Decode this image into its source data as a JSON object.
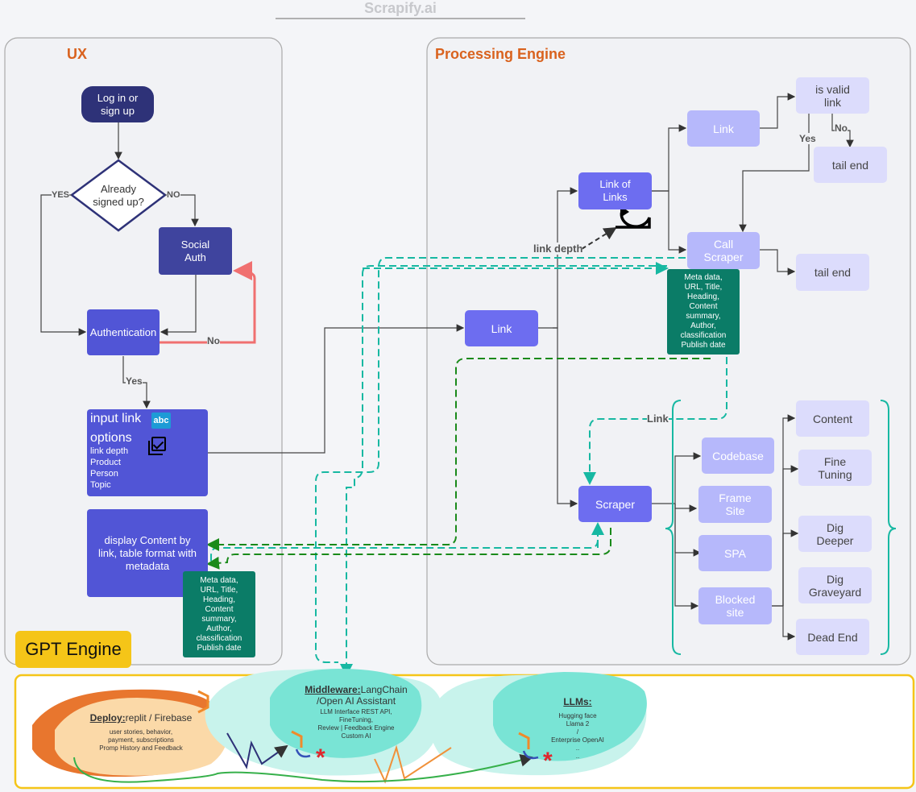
{
  "title": "Scrapify.ai",
  "ux": {
    "heading": "UX",
    "login": "Log in or sign up",
    "decision": "Already signed up?",
    "yes_upper": "YES",
    "no_upper": "NO",
    "social_auth": "Social Auth",
    "authentication": "Authentication",
    "no": "No",
    "yes": "Yes",
    "input": {
      "title": "input link",
      "abc_badge": "abc",
      "options": "options",
      "items": [
        "link depth",
        "Product",
        "Person",
        "Topic"
      ]
    },
    "display": "display Content by link, table format with metadata",
    "meta": "Meta data, URL, Title, Heading, Content summary, Author, classification Publish date"
  },
  "processing": {
    "heading": "Processing Engine",
    "link_main": "Link",
    "link_of_links": "Link of Links",
    "link_depth": "link depth",
    "link_top": "Link",
    "is_valid": "is valid link",
    "no": "No",
    "yes": "Yes",
    "tail_end_1": "tail end",
    "call_scraper": "Call Scraper",
    "tail_end_2": "tail end",
    "meta": "Meta data, URL, Title, Heading, Content summary, Author, classification Publish date",
    "link_label": "Link",
    "scraper": "Scraper",
    "codebase": "Codebase",
    "frame_site": "Frame Site",
    "spa": "SPA",
    "blocked_site": "Blocked site",
    "content": "Content",
    "fine_tuning": "Fine Tuning",
    "dig_deeper": "Dig Deeper",
    "dig_graveyard": "Dig Graveyard",
    "dead_end": "Dead End"
  },
  "gpt": {
    "badge": "GPT Engine",
    "deploy_title": "Deploy:",
    "deploy_rest": "replit / Firebase",
    "deploy_items": [
      "user stories,  behavior,",
      "payment, subscriptions",
      "Promp History and Feedback"
    ],
    "middleware_title": "Middleware:",
    "middleware_rest": "LangChain",
    "middleware_line2": "/Open AI Assistant",
    "middleware_items": [
      "LLM Interface REST API,",
      "FineTuning,",
      "Review | Feedback Engine",
      "Custom AI"
    ],
    "llms_title": "LLMs:",
    "llms_items": [
      "Hugging face",
      "Llama 2",
      "/",
      "Enterprise OpenAI",
      "..",
      ".."
    ]
  },
  "colors": {
    "accent_orange": "#d9621e",
    "gpt_yellow": "#f5c518",
    "teal": "#17b8a2",
    "green_dash": "#1a8a1a",
    "red_arrow": "#f07070"
  }
}
